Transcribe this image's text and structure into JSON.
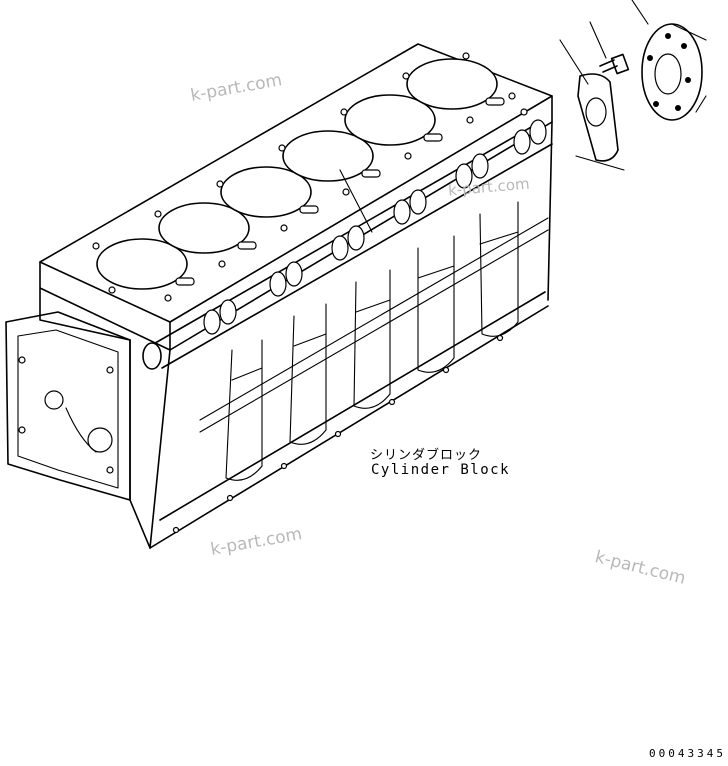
{
  "part_label": {
    "japanese": "シリンダブロック",
    "english": "Cylinder Block"
  },
  "figure_number": "00043345",
  "watermarks": [
    "k-part.com",
    "k-part.com",
    "k-part.com",
    "k-part.com"
  ]
}
